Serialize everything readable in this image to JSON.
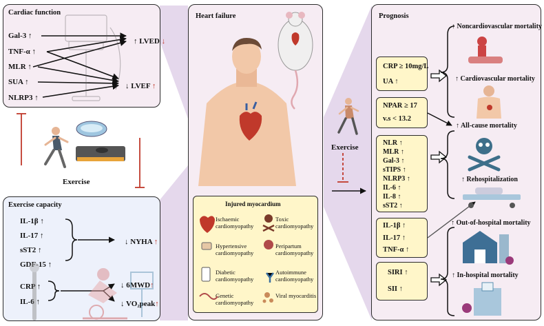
{
  "cardiac": {
    "title": "Cardiac function",
    "markers": [
      "Gal-3 ↑",
      "TNF-α ↑",
      "MLR ↑",
      "SUA ↑",
      "NLRP3 ↑"
    ],
    "lved": "↑ LVED",
    "lved_arrow": "↓",
    "lvef": "↓ LVEF",
    "lvef_arrow": "↑"
  },
  "exercise_label": "Exercise",
  "capacity": {
    "title": "Exercise capacity",
    "markers": [
      "IL-1β ↑",
      "IL-17 ↑",
      "sST2 ↑",
      "GDF-15 ↑"
    ],
    "markers2": [
      "CRP ↑",
      "IL-6 ↑"
    ],
    "nyha": "↓ NYHA",
    "nyha_arrow": "↑",
    "mwd": "↓ 6MWD",
    "mwd_arrow": "↑",
    "vo2": "↓ VO₂peak",
    "vo2_arrow": "↑"
  },
  "center": {
    "title": "Heart failure",
    "injured_title": "Injured myocardium",
    "types": [
      "Ischaemic cardiomyopathy",
      "Toxic cardiomyopathy",
      "Hypertensive cardiomyopathy",
      "Peripartum cardiomyopathy",
      "Diabetic cardiomyopathy",
      "Autoimmune cardiomyopathy",
      "Genetic cardiomyopathy",
      "Viral myocarditis"
    ]
  },
  "exercise_mid": "Exercise",
  "prognosis": {
    "title": "Prognosis",
    "box1": [
      "CRP ≥ 10mg/L",
      "UA ↑"
    ],
    "box2": [
      "NPAR ≥ 17",
      "v.s < 13.2"
    ],
    "box3": [
      "NLR ↑",
      "MLR ↑",
      "Gal-3 ↑",
      "sTIPS ↑",
      "NLRP3 ↑",
      "IL-6 ↑",
      "IL-8 ↑",
      "sST2 ↑"
    ],
    "box4": [
      "IL-1β ↑",
      "IL-17 ↑",
      "TNF-α ↑"
    ],
    "box5": [
      "SIRI ↑",
      "SII ↑"
    ],
    "outcomes": [
      "↑ Noncardiovascular mortality",
      "↑ Cardiovascular mortality",
      "↑ All-cause mortality",
      "↑ Rehospitalization",
      "↑ Out-of-hospital  mortality",
      "↑ In-hospital mortality"
    ]
  },
  "colors": {
    "red": "#c0392b",
    "yellow": "#fff6c9",
    "panel_pink": "#f6ecf3",
    "panel_blue": "#edf1fb",
    "trapezoid": "#dccbe6"
  }
}
